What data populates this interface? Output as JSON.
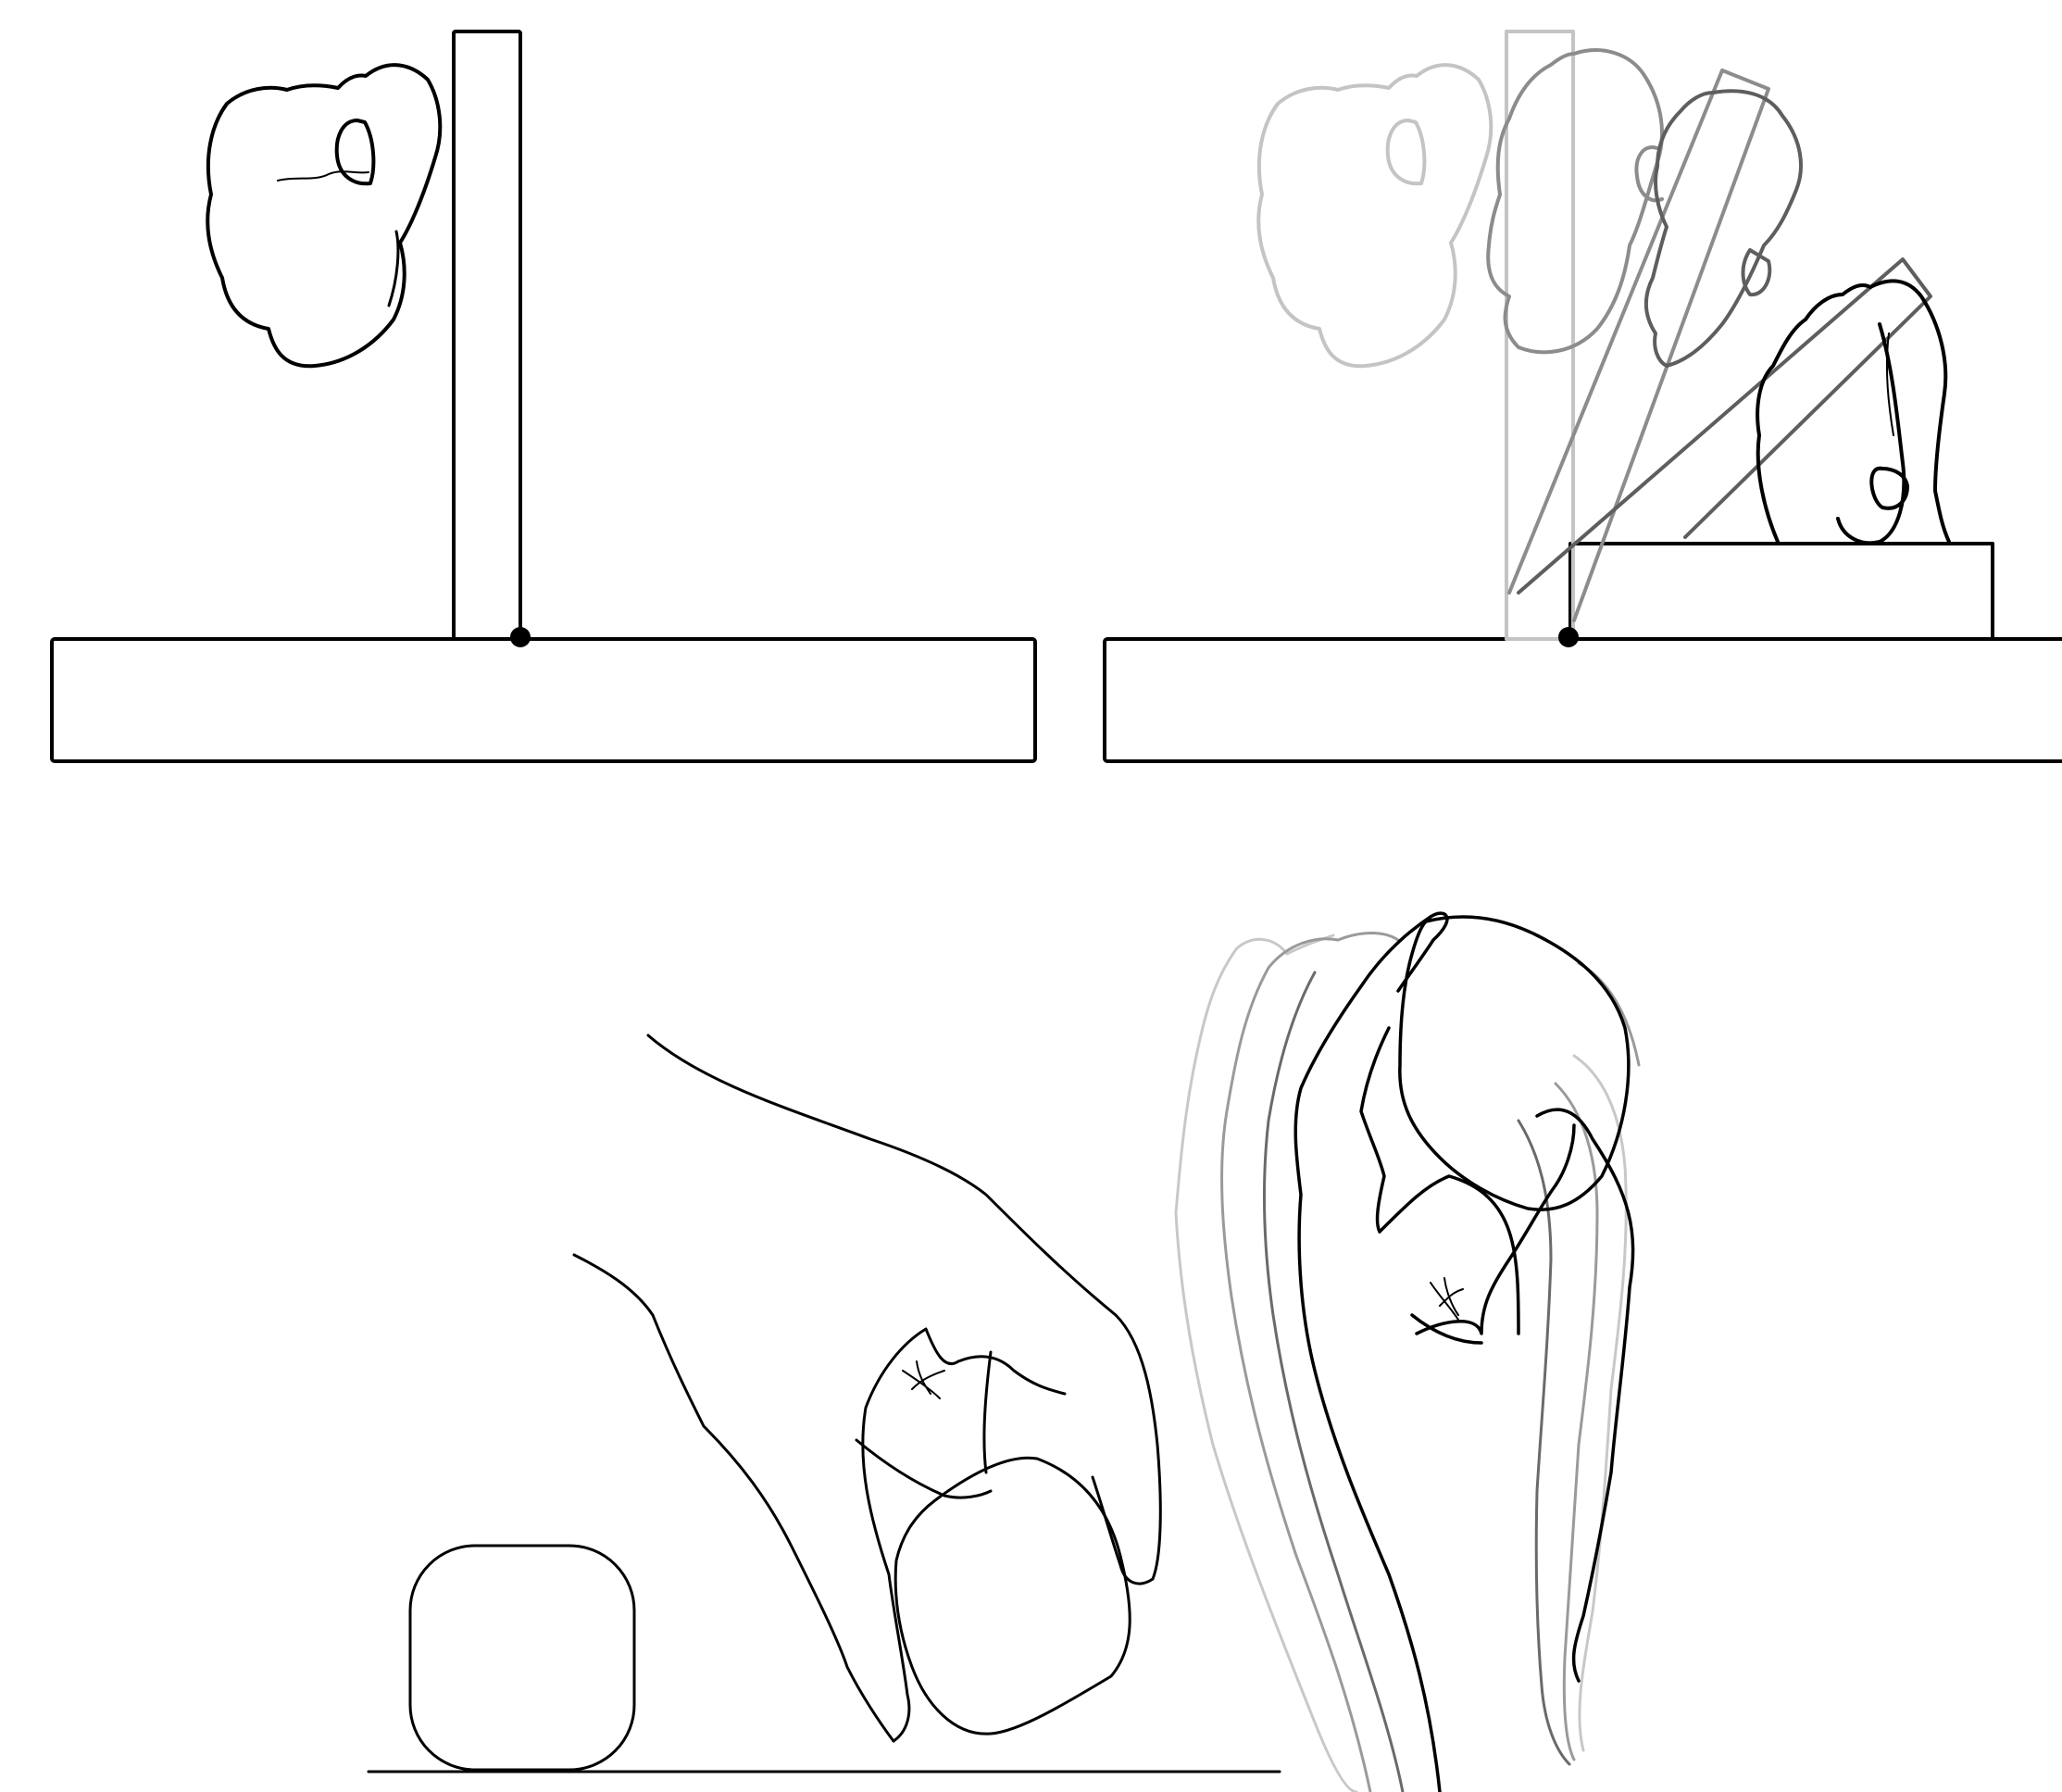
{
  "figure": {
    "background": "#ffffff",
    "ink_color": "#000000",
    "ghost_colors": [
      "#c4c4c4",
      "#9a9a9a",
      "#5e5e5e"
    ],
    "panels": [
      {
        "id": "flip-upright",
        "label": ""
      },
      {
        "id": "flip-sequence",
        "label": ""
      },
      {
        "id": "grasp-from-table",
        "label": ""
      },
      {
        "id": "in-hand-reorient",
        "label": ""
      }
    ]
  }
}
